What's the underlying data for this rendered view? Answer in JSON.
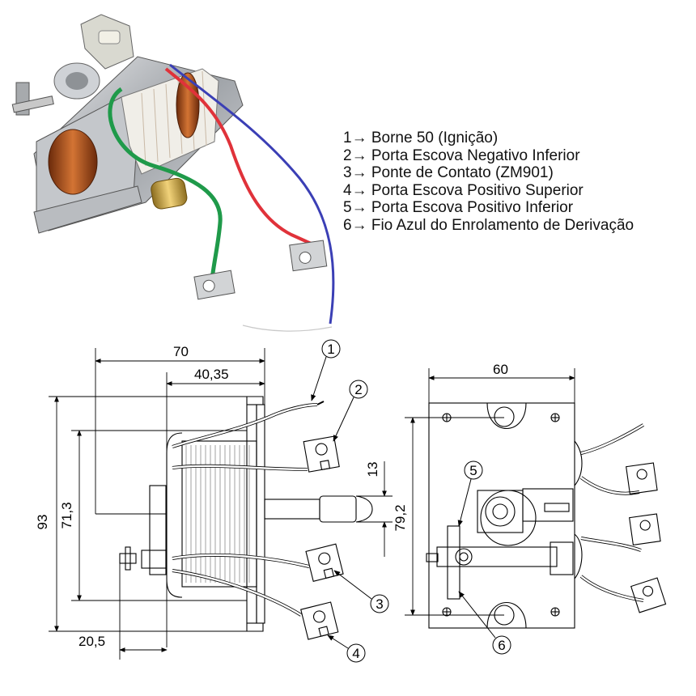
{
  "legend": [
    {
      "num": "1",
      "arrow": "→",
      "text": "Borne 50 (Ignição)"
    },
    {
      "num": "2",
      "arrow": "→",
      "text": "Porta Escova Negativo Inferior"
    },
    {
      "num": "3",
      "arrow": "→",
      "text": "Ponte de Contato (ZM901)"
    },
    {
      "num": "4",
      "arrow": "→",
      "text": "Porta Escova Positivo Superior"
    },
    {
      "num": "5",
      "arrow": "→",
      "text": "Porta Escova Positivo Inferior"
    },
    {
      "num": "6",
      "arrow": "→",
      "text": "Fio Azul do Enrolamento de Derivação"
    }
  ],
  "side_view": {
    "dim_total_width": "70",
    "dim_coil_width": "40,35",
    "dim_total_height": "93",
    "dim_inner_height": "71,3",
    "dim_plunger": "13",
    "dim_terminal": "20,5"
  },
  "front_view": {
    "dim_width": "60",
    "dim_height": "79,2"
  },
  "callouts": [
    "1",
    "2",
    "3",
    "4",
    "5",
    "6"
  ],
  "colors": {
    "wire_green": "#1f9a4a",
    "wire_red": "#e0323a",
    "wire_blue": "#3b3fb5",
    "copper": "#b0521d"
  }
}
